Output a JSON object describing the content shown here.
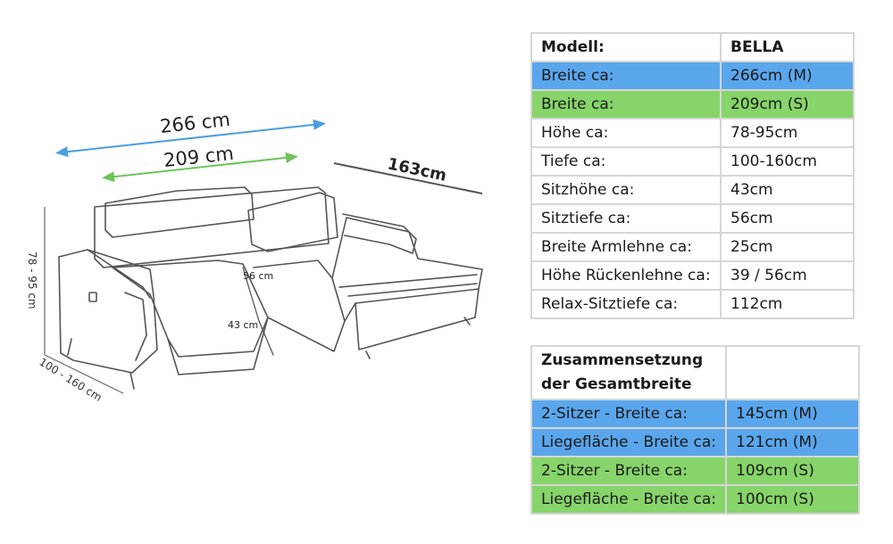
{
  "drawing": {
    "dim_width_large": "266 cm",
    "dim_width_small": "209 cm",
    "dim_depth_chaise": "163cm",
    "dim_height_range": "78 - 95 cm",
    "dim_depth_range": "100 - 160 cm",
    "dim_seat_depth": "56 cm",
    "dim_relax_depth": "43 cm",
    "colors": {
      "large": "#4a9ee0",
      "small": "#6cc45a",
      "line": "#555555"
    }
  },
  "spec_table": {
    "header": {
      "label": "Modell:",
      "value": "BELLA"
    },
    "rows": [
      {
        "label": "Breite ca:",
        "value": "266cm (M)",
        "color": "blue"
      },
      {
        "label": "Breite ca:",
        "value": "209cm (S)",
        "color": "green"
      },
      {
        "label": "Höhe ca:",
        "value": "78-95cm"
      },
      {
        "label": "Tiefe ca:",
        "value": "100-160cm"
      },
      {
        "label": "Sitzhöhe ca:",
        "value": "43cm"
      },
      {
        "label": "Sitztiefe ca:",
        "value": "56cm"
      },
      {
        "label": "Breite Armlehne ca:",
        "value": "25cm"
      },
      {
        "label": "Höhe Rückenlehne ca:",
        "value": "39 / 56cm"
      },
      {
        "label": "Relax-Sitztiefe ca:",
        "value": "112cm"
      }
    ]
  },
  "composition_table": {
    "header": "Zusammensetzung der Gesamtbreite",
    "rows": [
      {
        "label": "2-Sitzer - Breite ca:",
        "value": "145cm (M)",
        "color": "blue"
      },
      {
        "label": "Liegefläche - Breite ca:",
        "value": "121cm (M)",
        "color": "blue"
      },
      {
        "label": "2-Sitzer - Breite ca:",
        "value": "109cm (S)",
        "color": "green"
      },
      {
        "label": "Liegefläche - Breite ca:",
        "value": "100cm (S)",
        "color": "green"
      }
    ],
    "colors": {
      "blue": "#5aa6ec",
      "green": "#86d46a"
    }
  }
}
